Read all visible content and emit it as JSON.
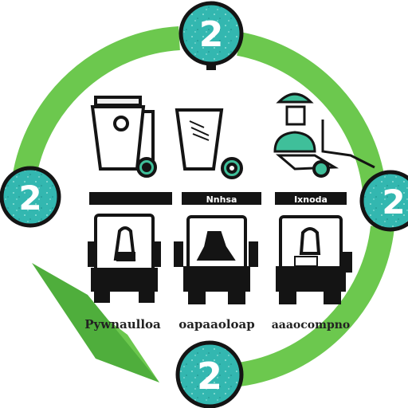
{
  "colors": {
    "ring": "#6cc84e",
    "badge": "#33b7b0",
    "dark": "#141414",
    "accent_green": "#3fbf9a"
  },
  "badges": {
    "top": "2",
    "left": "2",
    "right": "2",
    "bottom": "2"
  },
  "columns": [
    {
      "banner": "",
      "caption": "Pywnaulloa",
      "icon": "trash-bin-cart-icon",
      "vehicle": "truck-front-icon"
    },
    {
      "banner": "Nnhsa",
      "caption": "oapaaoloap",
      "icon": "waste-bin-icon",
      "vehicle": "truck-front-icon"
    },
    {
      "banner": "Ixnoda",
      "caption": "aaaocompno",
      "icon": "worker-cart-icon",
      "vehicle": "truck-front-icon"
    }
  ]
}
